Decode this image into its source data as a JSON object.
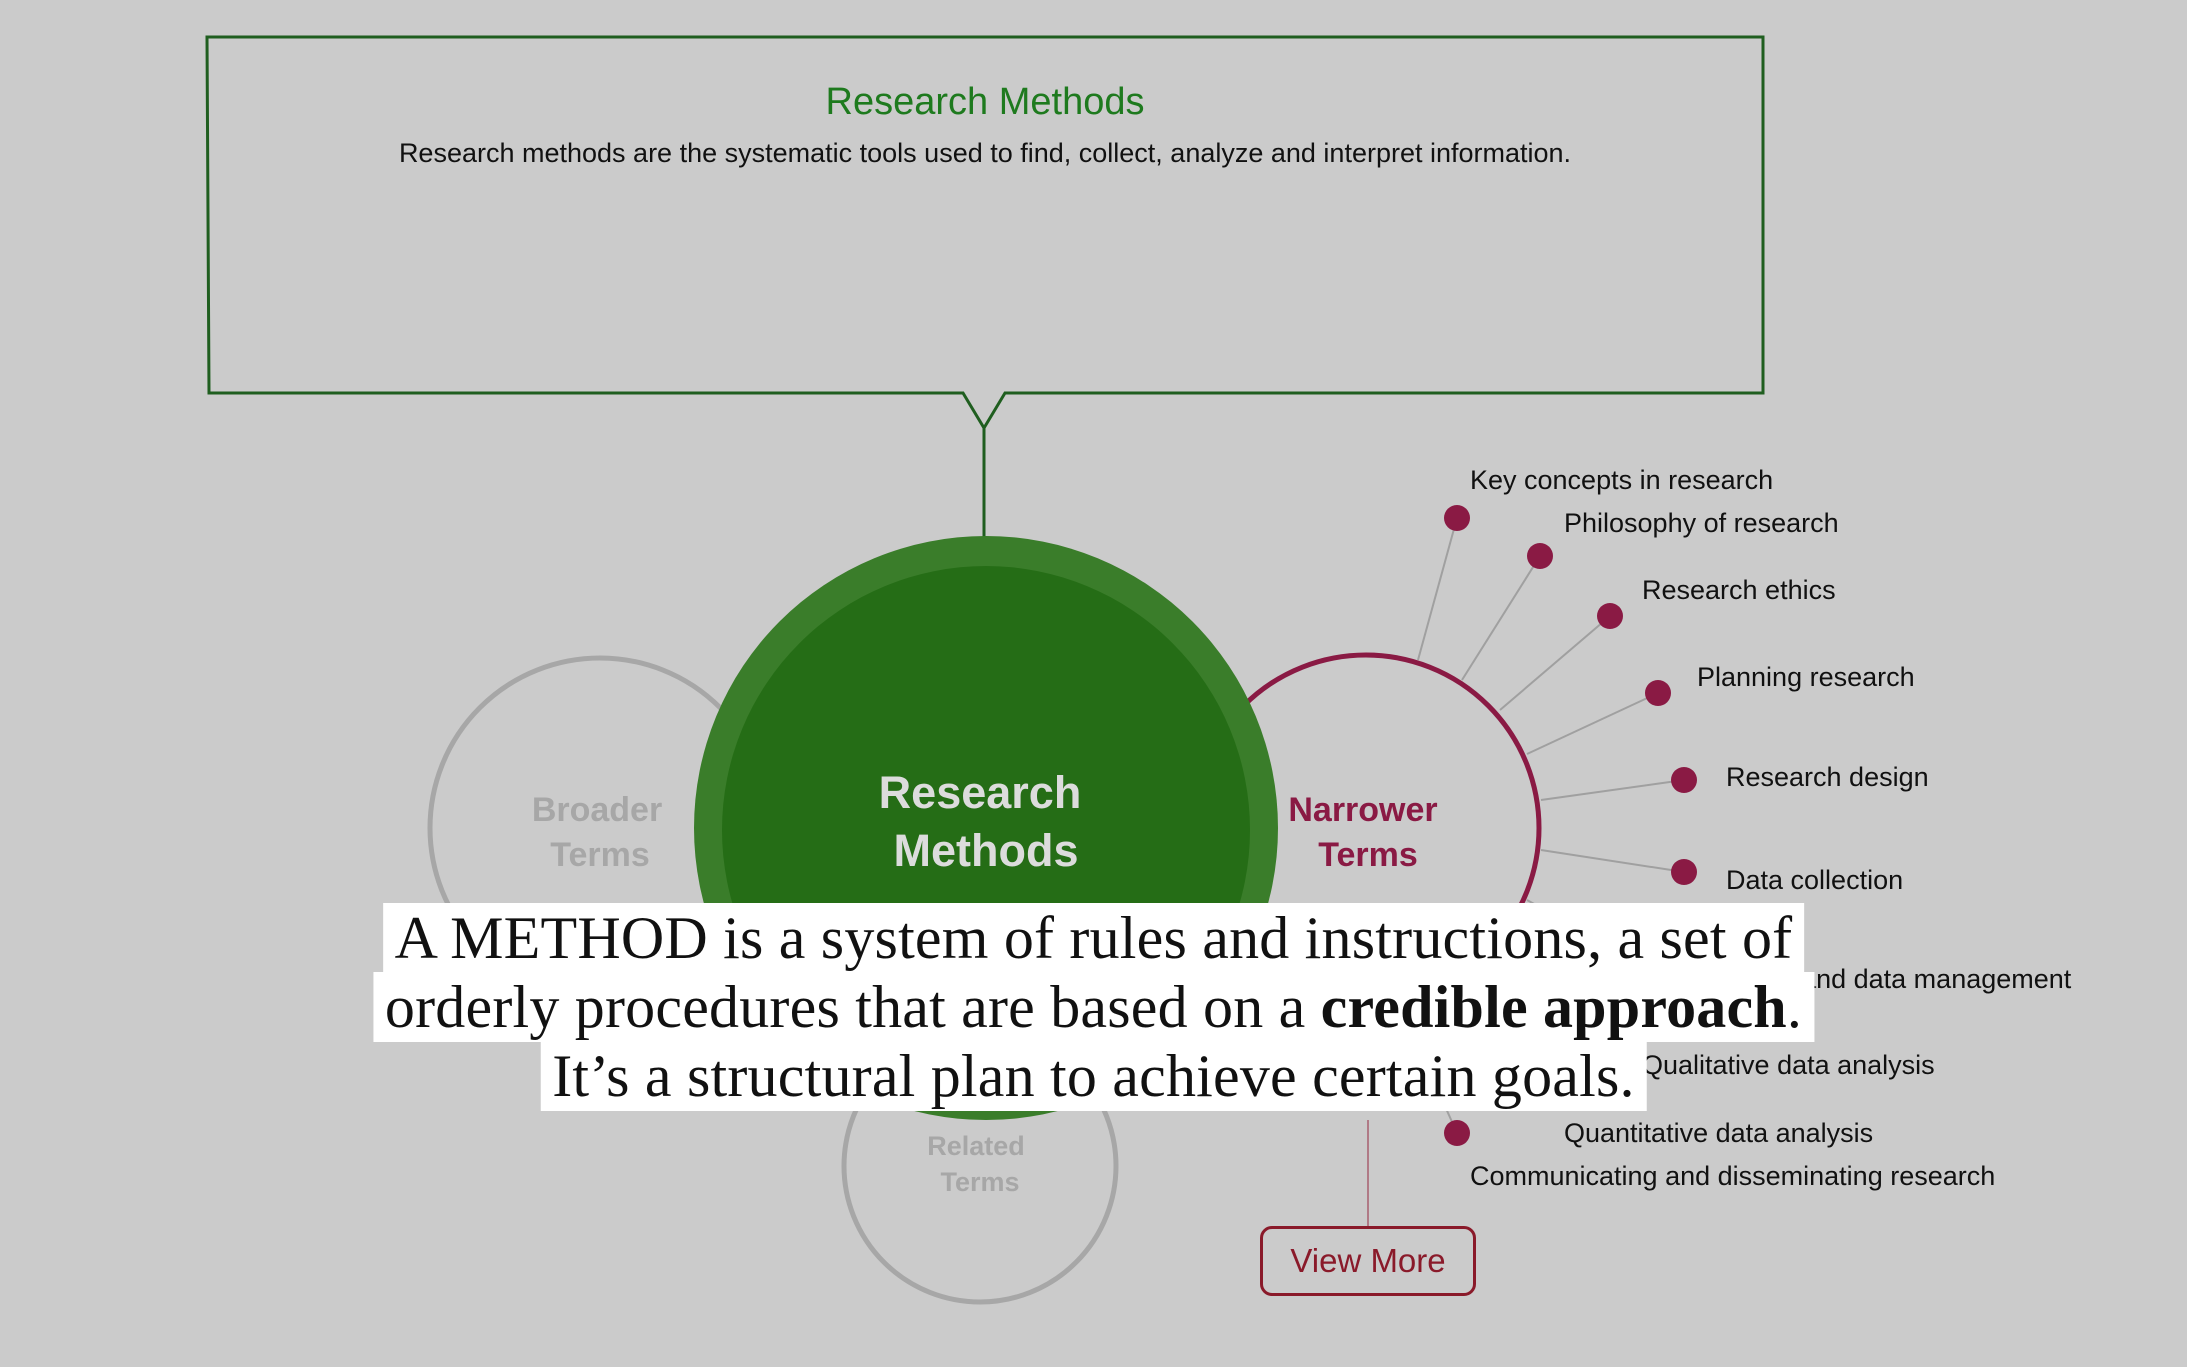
{
  "popup": {
    "title": "Research Methods",
    "description": "Research methods are the systematic tools used to find, collect, analyze and interpret information."
  },
  "center_node": {
    "line1": "Research",
    "line2": "Methods"
  },
  "broader_node": {
    "line1": "Broader",
    "line2": "Terms"
  },
  "narrower_node": {
    "line1": "Narrower",
    "line2": "Terms"
  },
  "related_node": {
    "line1": "Related",
    "line2": "Terms"
  },
  "narrower_terms": [
    "Key concepts in research",
    "Philosophy of research",
    "Research ethics",
    "Planning research",
    "Research design",
    "Data collection",
    "Data quality and data management",
    "Qualitative data analysis",
    "Quantitative data analysis",
    "Communicating and disseminating research"
  ],
  "view_more_label": "View More",
  "caption": {
    "line1": "A METHOD is a system of rules and instructions, a set of",
    "line2_before": "orderly procedures that are based on a ",
    "line2_bold": "credible approach",
    "line2_after": ".",
    "line3": "It’s a structural plan to achieve certain goals."
  },
  "colors": {
    "background": "#cbcbcb",
    "center_outer": "#3a7d2a",
    "center_inner": "#256d16",
    "accent_green": "#1e6e1e",
    "narrower_maroon": "#8a1a44",
    "muted_gray": "#a7a7a7"
  }
}
